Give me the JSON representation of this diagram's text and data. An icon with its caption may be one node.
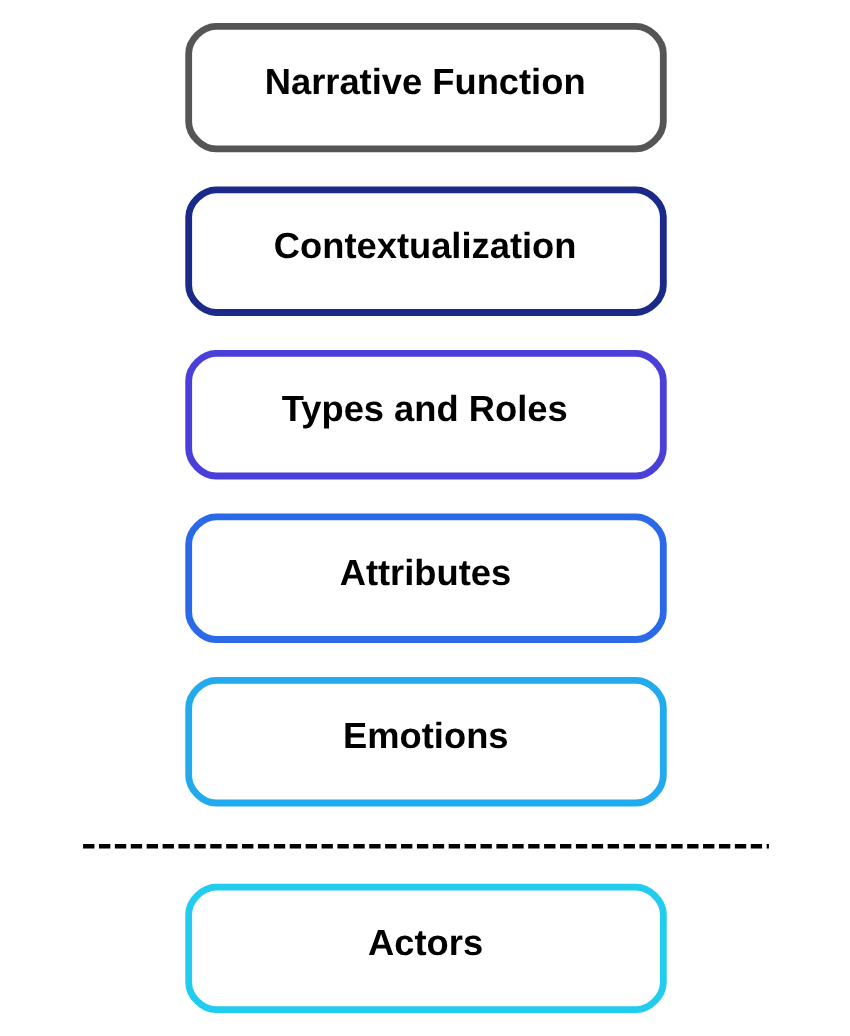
{
  "diagram": {
    "nodes": [
      {
        "text": [
          "Narrative Function"
        ]
      },
      {
        "text": [
          "Contextualization"
        ]
      },
      {
        "text": [
          "Types and Roles"
        ]
      },
      {
        "text": [
          "Attributes"
        ]
      },
      {
        "text": [
          "Emotions"
        ]
      },
      {
        "text": [
          "Actors"
        ]
      }
    ]
  }
}
